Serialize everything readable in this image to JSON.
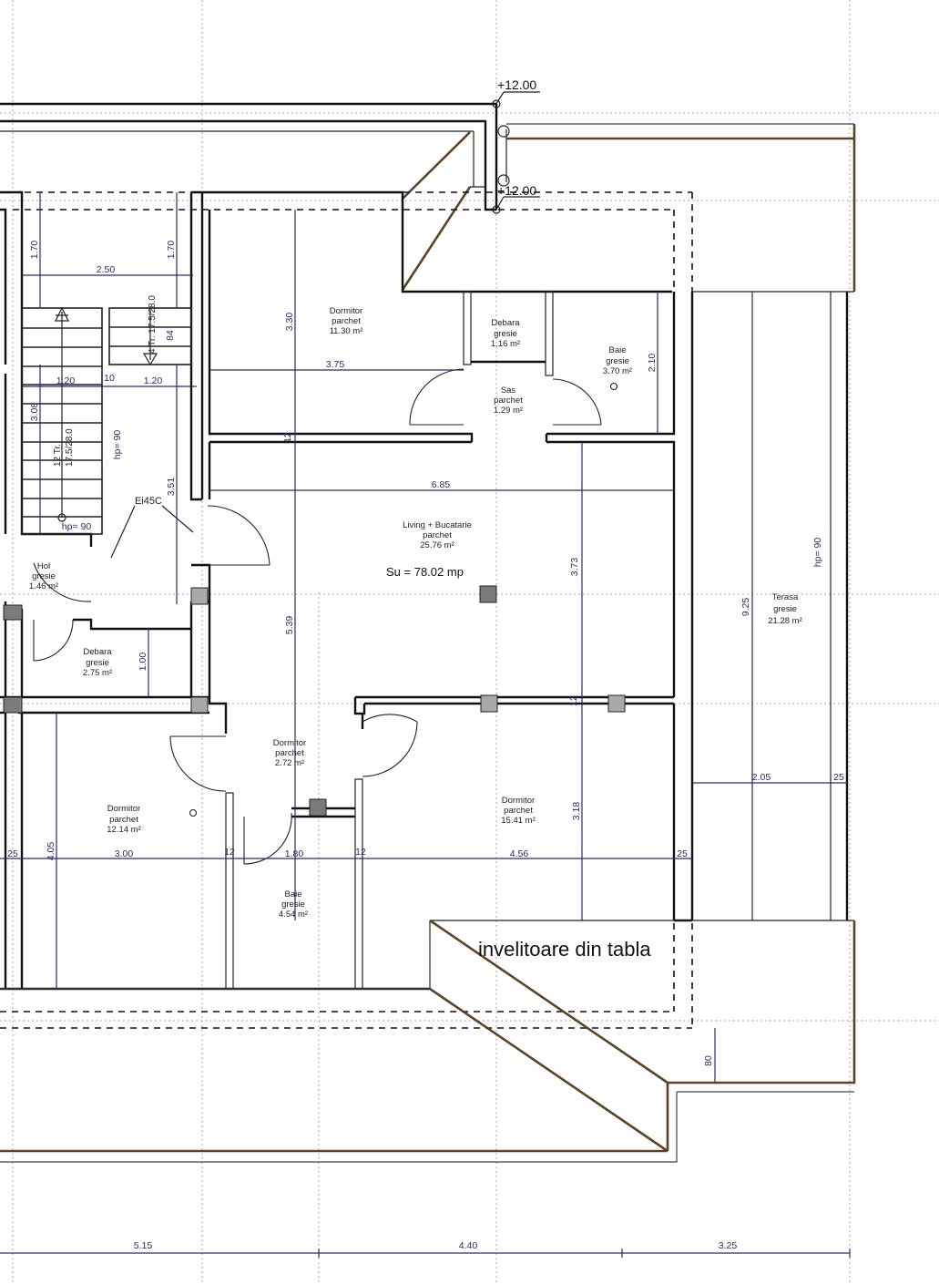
{
  "plan": {
    "colors": {
      "wall": "#111111",
      "roof_edge": "#5c4325",
      "dimension": "#2a2a6e",
      "grid": "#a8a8a8",
      "column": "#7b7b7b"
    },
    "levels": [
      {
        "label": "+12.00",
        "position": "top"
      },
      {
        "label": "+12.00",
        "position": "lower"
      }
    ],
    "total_area": "Su = 78.02 mp",
    "roof_label": "invelitoare din tabla",
    "rooms": [
      {
        "name": "Dormitor",
        "finish": "parchet",
        "area": "11.30 m²"
      },
      {
        "name": "Debara",
        "finish": "gresie",
        "area": "1.16 m²"
      },
      {
        "name": "Baie",
        "finish": "gresie",
        "area": "3.70 m²"
      },
      {
        "name": "Sas",
        "finish": "parchet",
        "area": "1.29 m²"
      },
      {
        "name": "Living + Bucatarie",
        "finish": "parchet",
        "area": "25.76 m²"
      },
      {
        "name": "Hol",
        "finish": "gresie",
        "area": "1.46 m²"
      },
      {
        "name": "Debara",
        "finish": "gresie",
        "area": "2.75 m²"
      },
      {
        "name": "Terasa",
        "finish": "gresie",
        "area": "21.28 m²"
      },
      {
        "name": "Dormitor",
        "finish": "parchet",
        "area": "2.72 m²"
      },
      {
        "name": "Dormitor",
        "finish": "parchet",
        "area": "12.14 m²"
      },
      {
        "name": "Dormitor",
        "finish": "parchet",
        "area": "15.41 m²"
      },
      {
        "name": "Baie",
        "finish": "gresie",
        "area": "4.54 m²"
      }
    ],
    "stairs": {
      "label_main_a": "12 Tr.",
      "label_main_b": "17.5/28.0",
      "label_upper": "4 Tr. 17.5/28.0",
      "hp_bottom": "hp= 90",
      "hp_side": "hp= 90",
      "depth": "84"
    },
    "annotation_ei": "Ei45C",
    "terrace_hp": "hp= 90",
    "dimensions": {
      "d_170_left": "1.70",
      "d_170_right": "1.70",
      "d_250": "2.50",
      "d_120_left": "1.20",
      "d_10": "10",
      "d_120_right": "1.20",
      "d_308": "3.08",
      "d_351": "3.51",
      "d_330": "3.30",
      "d_375": "3.75",
      "d_12_a": "12",
      "d_685": "6.85",
      "d_210": "2.10",
      "d_373": "3.73",
      "d_539": "5.39",
      "d_100": "1.00",
      "d_925": "9.25",
      "d_205": "2.05",
      "d_25_right": "25",
      "d_12_b": "12",
      "d_318": "3.18",
      "d_25_left": "25",
      "d_405": "4.05",
      "d_300": "3.00",
      "d_12_c": "12",
      "d_180": "1.80",
      "d_12_d": "12",
      "d_456": "4.56",
      "d_25_mid": "25",
      "d_80": "80"
    },
    "bottom_dimensions": [
      "5.15",
      "4.40",
      "3.25"
    ]
  }
}
